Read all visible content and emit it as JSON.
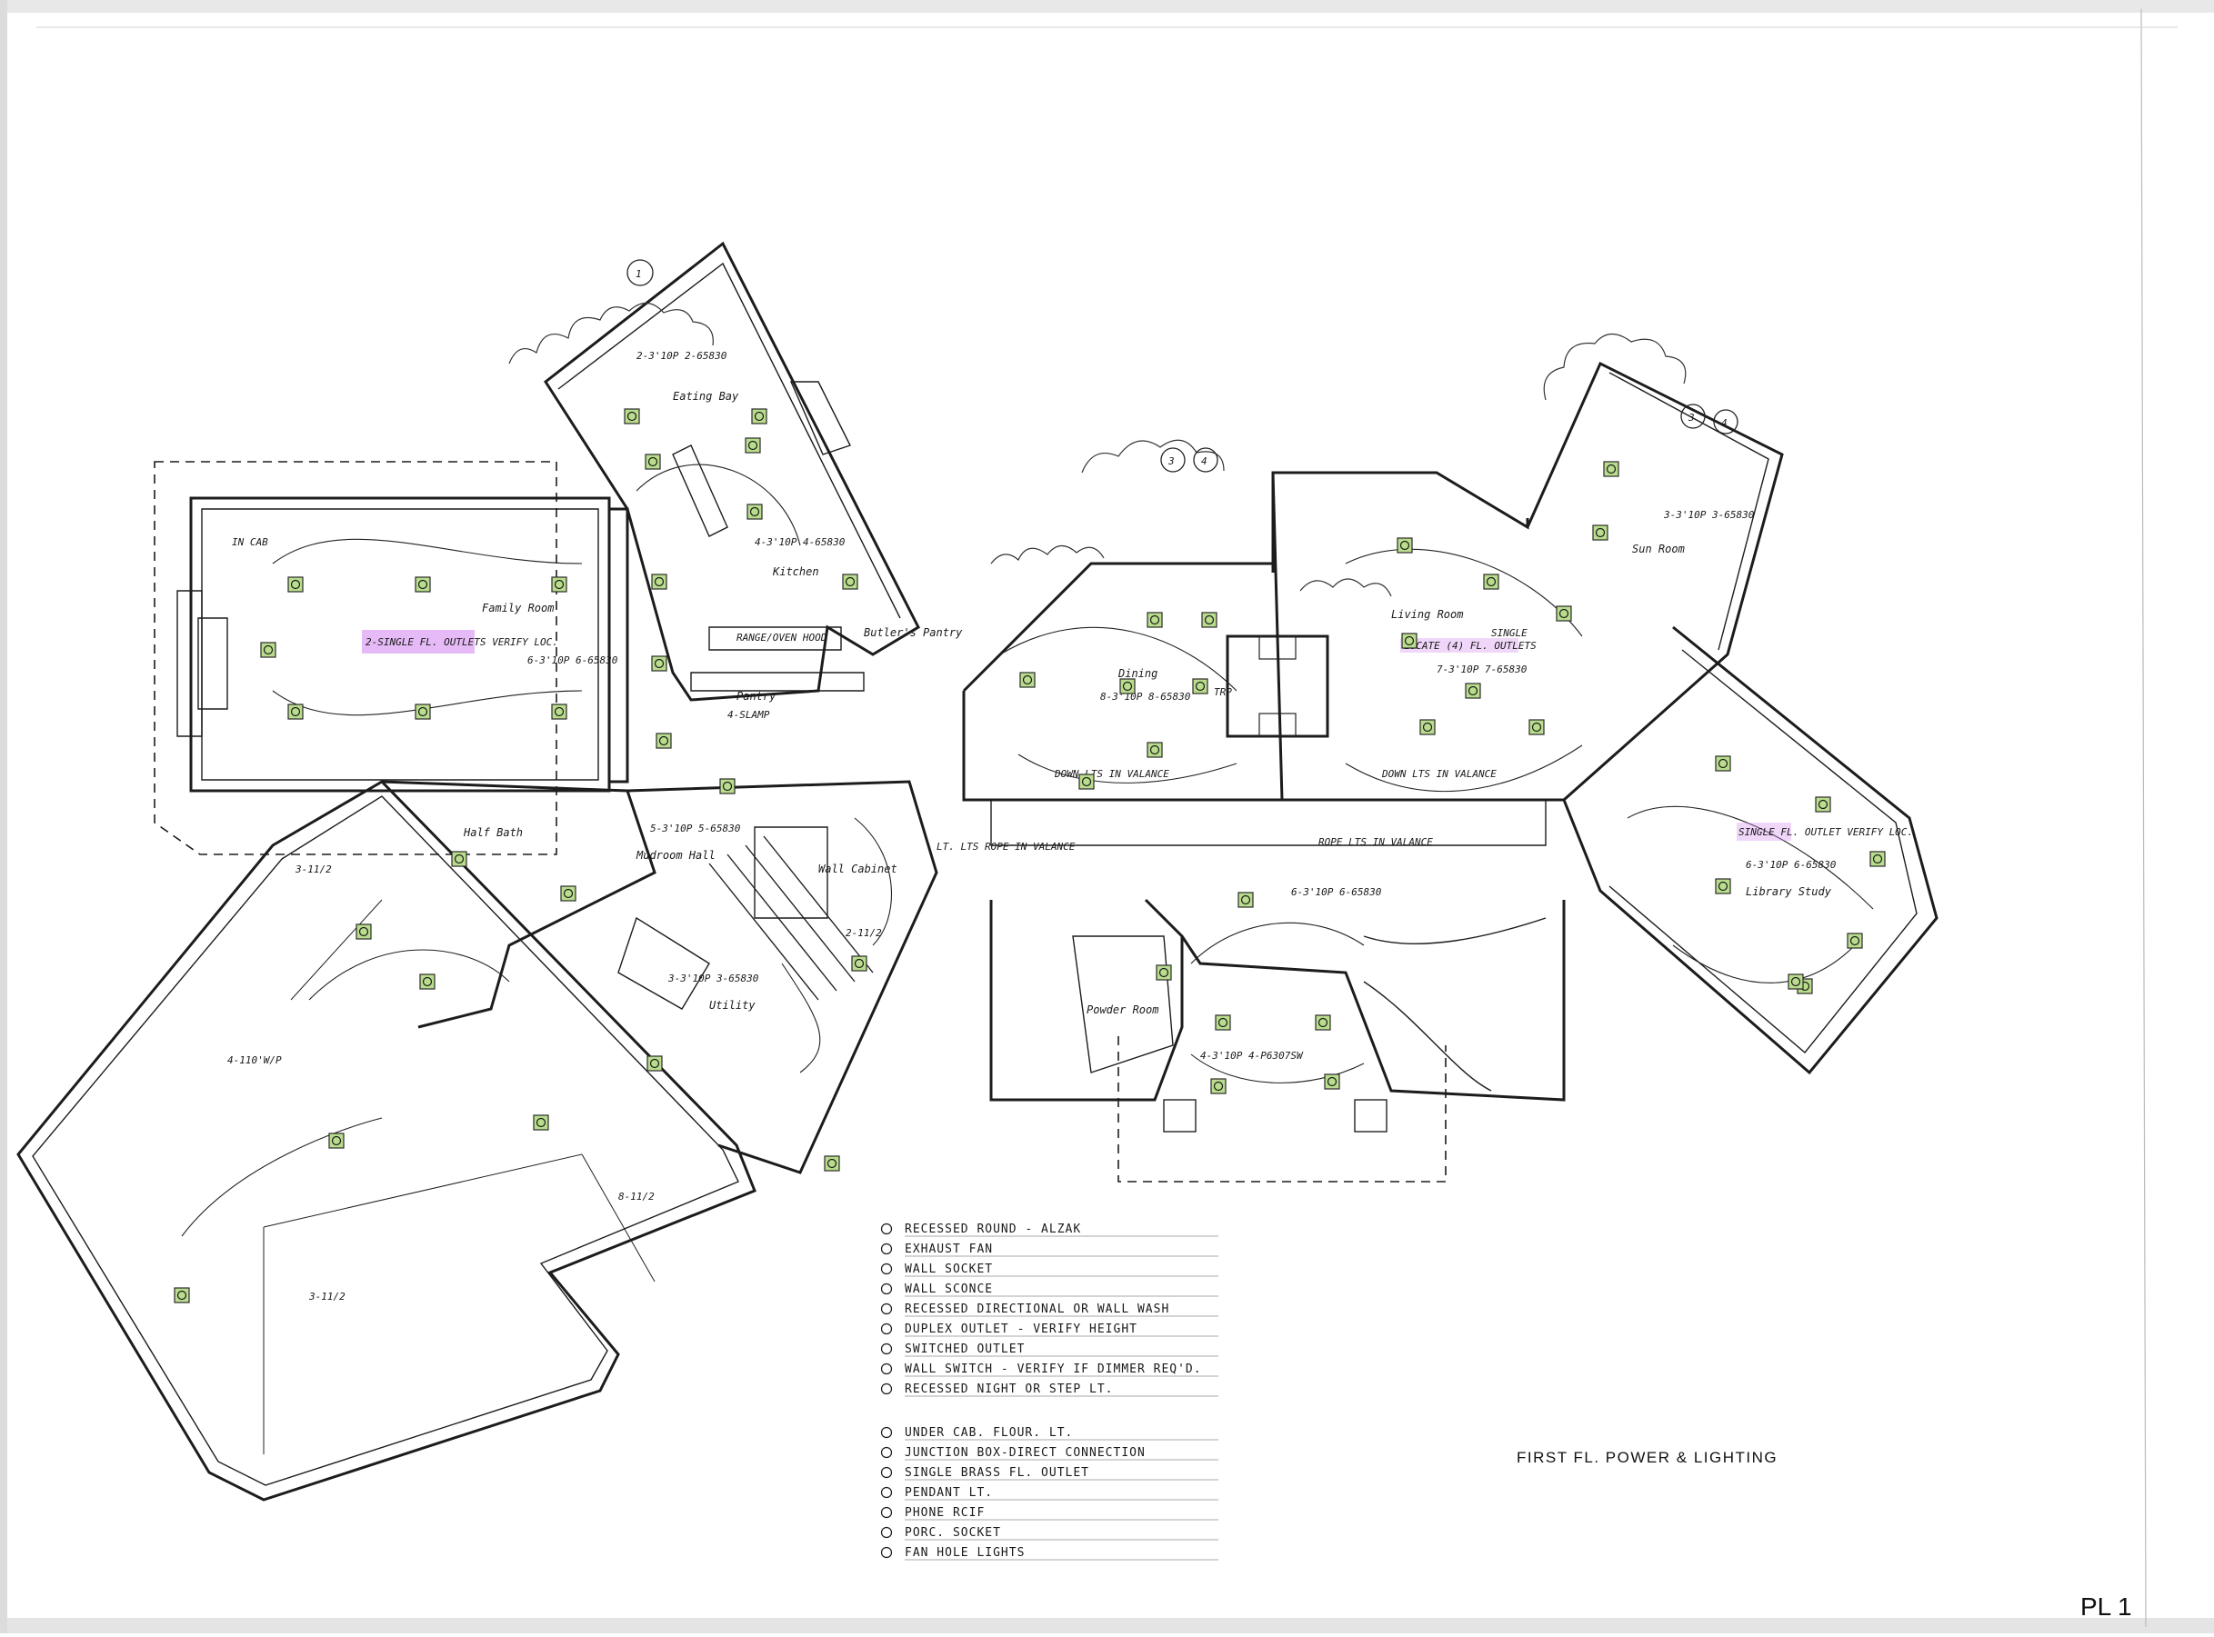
{
  "sheet": {
    "title": "FIRST FL. POWER & LIGHTING",
    "sheet_number": "PL 1"
  },
  "colors": {
    "recessed_fixture_highlight": "#b9dd8d",
    "note_highlight": "#d58cf0",
    "wall_ink": "#1c1c1c",
    "scan_edge": "#9a9a9a"
  },
  "room_labels": {
    "family_room": "Family Room",
    "eating_bay": "Eating Bay",
    "kitchen": "Kitchen",
    "pantry": "Pantry",
    "butlers_pantry": "Butler's Pantry",
    "half_bath": "Half Bath",
    "mudroom_hall": "Mudroom Hall",
    "utility": "Utility",
    "dining": "Dining",
    "living_room": "Living Room",
    "sun_room": "Sun Room",
    "library_study": "Library Study",
    "powder_room": "Powder Room",
    "wall_cabinet": "Wall Cabinet"
  },
  "annotations": {
    "family_fixtures": "6-3'10P 6-65830",
    "eating_fixtures": "2-3'10P 2-65830",
    "kitchen_fixtures": "4-3'10P 4-65830",
    "dining_fixtures": "8-3'10P 8-65830",
    "living_fixtures": "7-3'10P 7-65830",
    "sun_fixtures": "3-3'10P 3-65830",
    "library_fixtures": "6-3'10P 6-65830",
    "foyer_fixtures": "6-3'10P 6-65830",
    "garage_fixtures": "4-110'W/P",
    "hall_fixtures": "5-3'10P 5-65830",
    "utility_fixtures": "3-3'10P 3-65830",
    "stair_fixtures": "4-3'10P 4-P6307SW",
    "family_note": "2-SINGLE FL. OUTLETS VERIFY LOC.",
    "living_note": "LOCATE (4) FL. OUTLETS",
    "library_note": "SINGLE FL. OUTLET VERIFY LOC.",
    "single_label": "SINGLE",
    "down_lts_dining": "DOWN LTS IN VALANCE",
    "down_lts_living": "DOWN LTS IN VALANCE",
    "rope_lts": "ROPE LTS IN VALANCE",
    "lts_valance": "LT. LTS ROPE IN VALANCE",
    "range_oven": "RANGE/OVEN HOOD",
    "in_cab": "IN CAB",
    "pantry_lamp": "4-SLAMP",
    "dim_a": "3-11/2",
    "dim_b": "8-11/2",
    "dim_c": "3-11/2",
    "dim_d": "2-11/2",
    "trp": "TRP"
  },
  "grid_tags": [
    "1",
    "3",
    "4",
    "3",
    "4"
  ],
  "legend": [
    {
      "symbol": "recessed-round-icon",
      "text": "RECESSED ROUND - ALZAK"
    },
    {
      "symbol": "exhaust-fan-icon",
      "text": "EXHAUST FAN"
    },
    {
      "symbol": "wall-socket-icon",
      "text": "WALL SOCKET"
    },
    {
      "symbol": "wall-sconce-icon",
      "text": "WALL SCONCE"
    },
    {
      "symbol": "recessed-directional-icon",
      "text": "RECESSED DIRECTIONAL OR WALL WASH"
    },
    {
      "symbol": "duplex-outlet-icon",
      "text": "DUPLEX OUTLET - VERIFY HEIGHT"
    },
    {
      "symbol": "switched-outlet-icon",
      "text": "SWITCHED OUTLET"
    },
    {
      "symbol": "wall-switch-icon",
      "text": "WALL SWITCH - VERIFY IF DIMMER REQ'D."
    },
    {
      "symbol": "recessed-night-light-icon",
      "text": "RECESSED NIGHT OR STEP LT."
    },
    {
      "symbol": "under-cabinet-light-icon",
      "text": "UNDER CAB. FLOUR. LT."
    },
    {
      "symbol": "junction-box-icon",
      "text": "JUNCTION BOX-DIRECT CONNECTION"
    },
    {
      "symbol": "single-floor-outlet-icon",
      "text": "SINGLE BRASS FL. OUTLET"
    },
    {
      "symbol": "pendant-light-icon",
      "text": "PENDANT LT."
    },
    {
      "symbol": "phone-jack-icon",
      "text": "PHONE RCIF"
    },
    {
      "symbol": "porcelain-socket-icon",
      "text": "PORC. SOCKET"
    },
    {
      "symbol": "fan-hole-lights-icon",
      "text": "FAN HOLE LIGHTS"
    }
  ]
}
